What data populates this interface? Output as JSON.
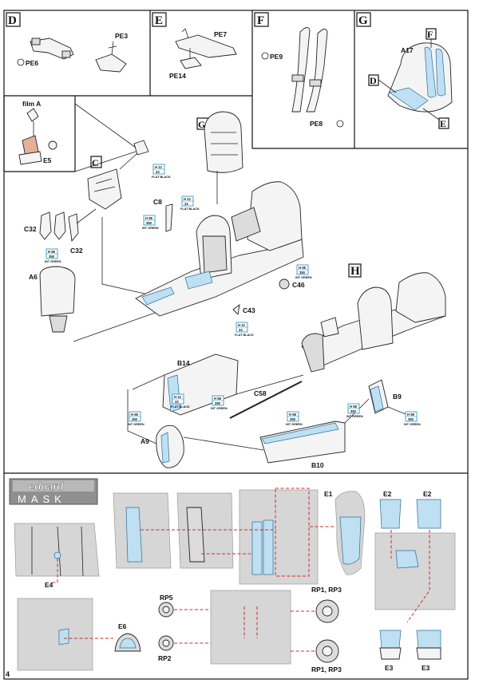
{
  "page_number": "4",
  "section_letters": {
    "D": "D",
    "E": "E",
    "F": "F",
    "G": "G",
    "C": "C",
    "H": "H"
  },
  "section_d": {
    "parts": [
      "PE6",
      "PE3"
    ]
  },
  "section_e": {
    "parts": [
      "PE7",
      "PE14"
    ]
  },
  "section_f": {
    "parts": [
      "PE9",
      "PE8"
    ]
  },
  "section_g": {
    "part": "A17",
    "callouts": [
      "F",
      "D",
      "E"
    ]
  },
  "film_detail": {
    "title": "film A",
    "part": "E5"
  },
  "parts": {
    "c8": "C8",
    "c32_left": "C32",
    "c32_right": "C32",
    "a6": "A6",
    "c43": "C43",
    "c46": "C46",
    "b14": "B14",
    "c58": "C58",
    "a9": "A9",
    "b9": "B9",
    "b10": "B10"
  },
  "paint_chips": [
    {
      "code1": "H 12",
      "code2": "33",
      "name": "FLAT BLACK"
    },
    {
      "code1": "H 58",
      "code2": "350",
      "name": "INT GREEN"
    },
    {
      "code1": "H 12",
      "code2": "33",
      "name": "FLAT BLACK"
    },
    {
      "code1": "H 58",
      "code2": "350",
      "name": "INT GREEN"
    },
    {
      "code1": "H 58",
      "code2": "350",
      "name": "INT GREEN"
    },
    {
      "code1": "H 12",
      "code2": "33",
      "name": "FLAT BLACK"
    },
    {
      "code1": "H 12",
      "code2": "33",
      "name": "FLAT BLACK"
    },
    {
      "code1": "H 58",
      "code2": "350",
      "name": "INT GREEN"
    },
    {
      "code1": "H 58",
      "code2": "350",
      "name": "INT GREEN"
    },
    {
      "code1": "H 58",
      "code2": "350",
      "name": "INT GREEN"
    },
    {
      "code1": "H 58",
      "code2": "350",
      "name": "INT GREEN"
    },
    {
      "code1": "H 58",
      "code2": "350",
      "name": "INT GREEN"
    }
  ],
  "mask_section": {
    "brand_top": "eduard",
    "brand_bottom": "MASK",
    "labels": {
      "e1": "E1",
      "e2_left": "E2",
      "e2_right": "E2",
      "e4": "E4",
      "e6": "E6",
      "e3_left": "E3",
      "e3_right": "E3",
      "rp5": "RP5",
      "rp2": "RP2",
      "rp13_top": "RP1, RP3",
      "rp13_bottom": "RP1, RP3"
    }
  },
  "colors": {
    "mask_blue": "#bfe0f2",
    "guide_red": "#d12b2b",
    "chip_blue": "#1a8fc0"
  }
}
